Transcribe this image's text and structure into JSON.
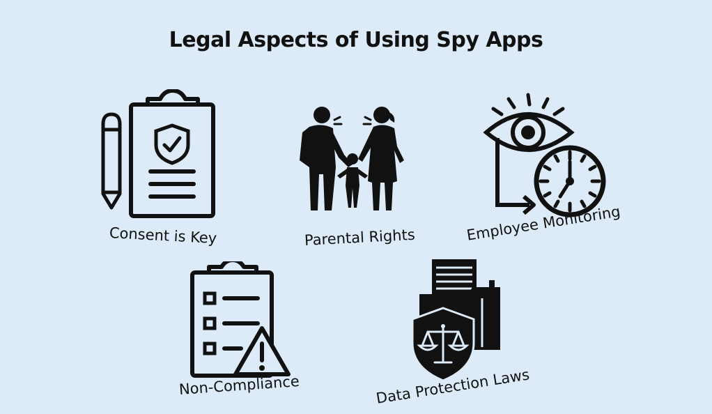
{
  "title": "Legal Aspects of Using Spy Apps",
  "items": [
    {
      "label": "Consent is Key",
      "icon": "clipboard-shield-pencil-icon"
    },
    {
      "label": "Parental Rights",
      "icon": "family-icon"
    },
    {
      "label": "Employee Monitoring",
      "icon": "eye-clock-icon"
    },
    {
      "label": "Non-Compliance",
      "icon": "checklist-warning-icon"
    },
    {
      "label": "Data Protection Laws",
      "icon": "folder-scales-icon"
    }
  ]
}
